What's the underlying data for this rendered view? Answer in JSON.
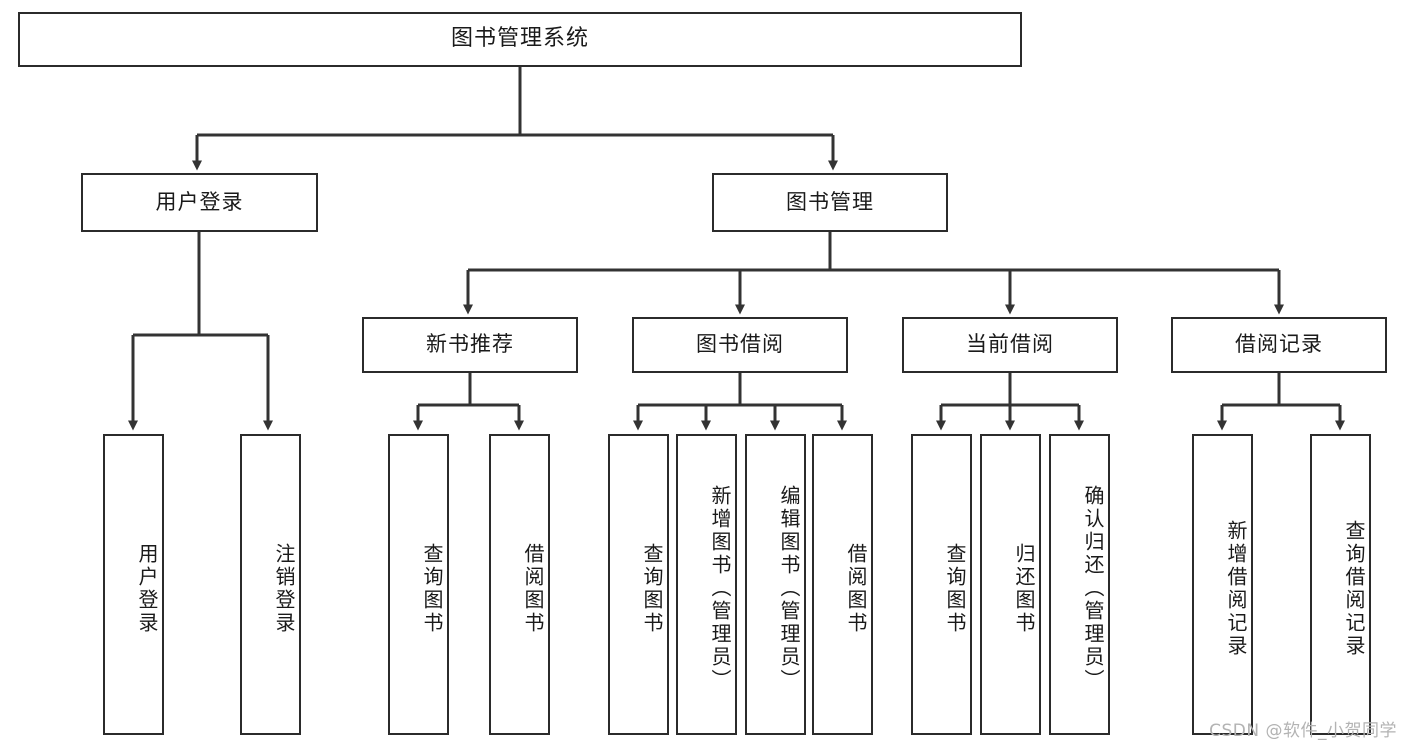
{
  "diagram": {
    "type": "tree",
    "title": "图书管理系统",
    "watermark": "CSDN @软件_小贺同学",
    "colors": {
      "background": "#ffffff",
      "node_border": "#2b2b2b",
      "node_fill": "#ffffff",
      "edge": "#333333",
      "text": "#1a1a1a",
      "watermark": "#b3b3b3"
    },
    "nodes": {
      "root": {
        "label": "图书管理系统"
      },
      "level2": [
        {
          "id": "user-login",
          "label": "用户登录"
        },
        {
          "id": "book-management",
          "label": "图书管理"
        }
      ],
      "level3": [
        {
          "id": "new-book-recommend",
          "label": "新书推荐",
          "parent": "book-management"
        },
        {
          "id": "book-borrow",
          "label": "图书借阅",
          "parent": "book-management"
        },
        {
          "id": "current-borrow",
          "label": "当前借阅",
          "parent": "book-management"
        },
        {
          "id": "borrow-record",
          "label": "借阅记录",
          "parent": "book-management"
        }
      ],
      "leaves": [
        {
          "id": "leaf-user-login",
          "label": "用户登录",
          "parent": "user-login"
        },
        {
          "id": "leaf-logout-login",
          "label": "注销登录",
          "parent": "user-login"
        },
        {
          "id": "leaf-query-book-1",
          "label": "查询图书",
          "parent": "new-book-recommend"
        },
        {
          "id": "leaf-borrow-book-1",
          "label": "借阅图书",
          "parent": "new-book-recommend"
        },
        {
          "id": "leaf-query-book-2",
          "label": "查询图书",
          "parent": "book-borrow"
        },
        {
          "id": "leaf-add-book",
          "label": "新增图书（管理员）",
          "parent": "book-borrow"
        },
        {
          "id": "leaf-edit-book",
          "label": "编辑图书（管理员）",
          "parent": "book-borrow"
        },
        {
          "id": "leaf-borrow-book-2",
          "label": "借阅图书",
          "parent": "book-borrow"
        },
        {
          "id": "leaf-query-book-3",
          "label": "查询图书",
          "parent": "current-borrow"
        },
        {
          "id": "leaf-return-book",
          "label": "归还图书",
          "parent": "current-borrow"
        },
        {
          "id": "leaf-confirm-return",
          "label": "确认归还（管理员）",
          "parent": "current-borrow"
        },
        {
          "id": "leaf-add-record",
          "label": "新增借阅记录",
          "parent": "borrow-record"
        },
        {
          "id": "leaf-query-record",
          "label": "查询借阅记录",
          "parent": "borrow-record"
        }
      ]
    }
  }
}
